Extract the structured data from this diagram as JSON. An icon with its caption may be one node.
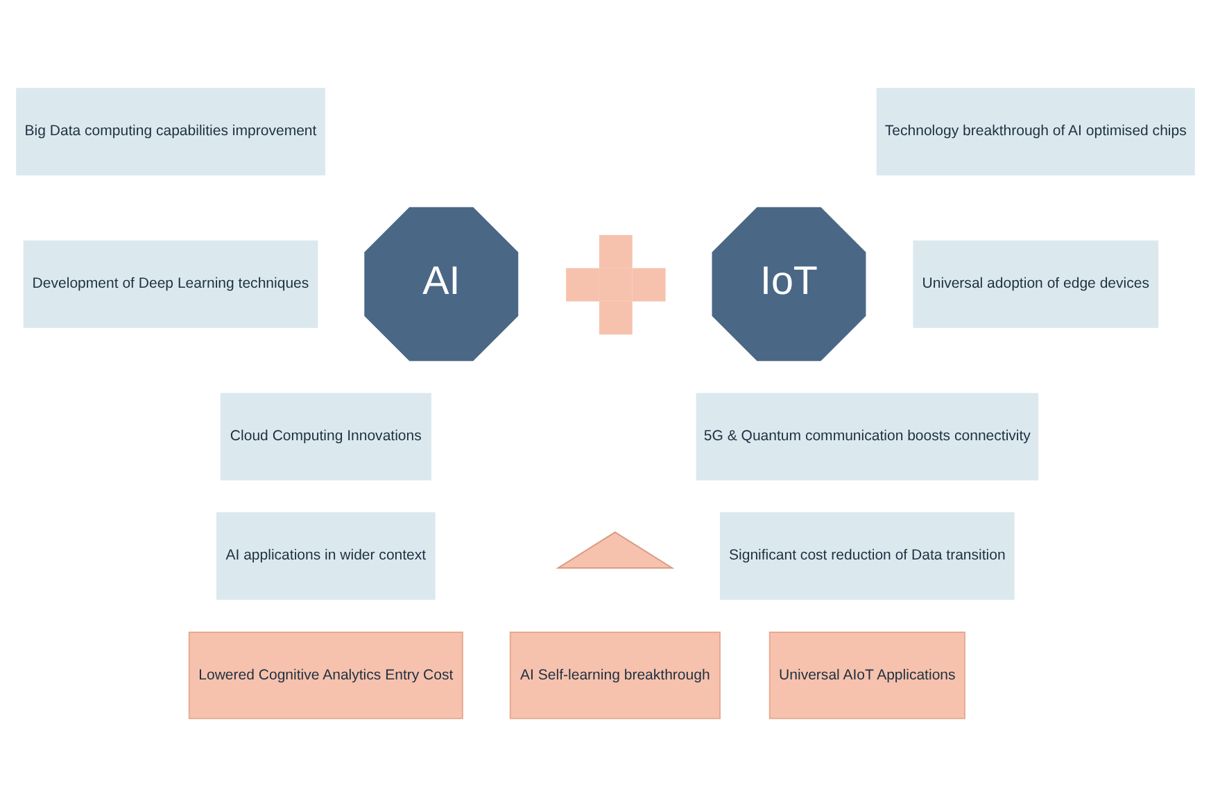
{
  "diagram": {
    "nodes": [
      {
        "text": [
          "Big Data computing capabilities improvement"
        ]
      },
      {
        "text": [
          "Development of Deep Learning techniques"
        ]
      },
      {
        "text": [
          "Cloud Computing Innovations"
        ]
      },
      {
        "text": [
          "AI applications in wider context"
        ]
      },
      {
        "text": [
          "AI"
        ]
      },
      {
        "text": [],
        "shape": "plus"
      },
      {
        "text": [
          "IoT"
        ]
      },
      {
        "text": [
          "Technology breakthrough of AI optimised chips"
        ]
      },
      {
        "text": [
          "Universal adoption of edge devices"
        ]
      },
      {
        "text": [
          "5G & Quantum communication boosts connectivity"
        ]
      },
      {
        "text": [
          "Significant cost reduction of Data transition"
        ]
      },
      {
        "text": [],
        "shape": "chevron"
      },
      {
        "text": [
          "Lowered Cognitive Analytics Entry Cost"
        ]
      },
      {
        "text": [
          "AI Self-learning breakthrough"
        ]
      },
      {
        "text": [
          "Universal AIoT Applications"
        ]
      }
    ],
    "edges": []
  }
}
